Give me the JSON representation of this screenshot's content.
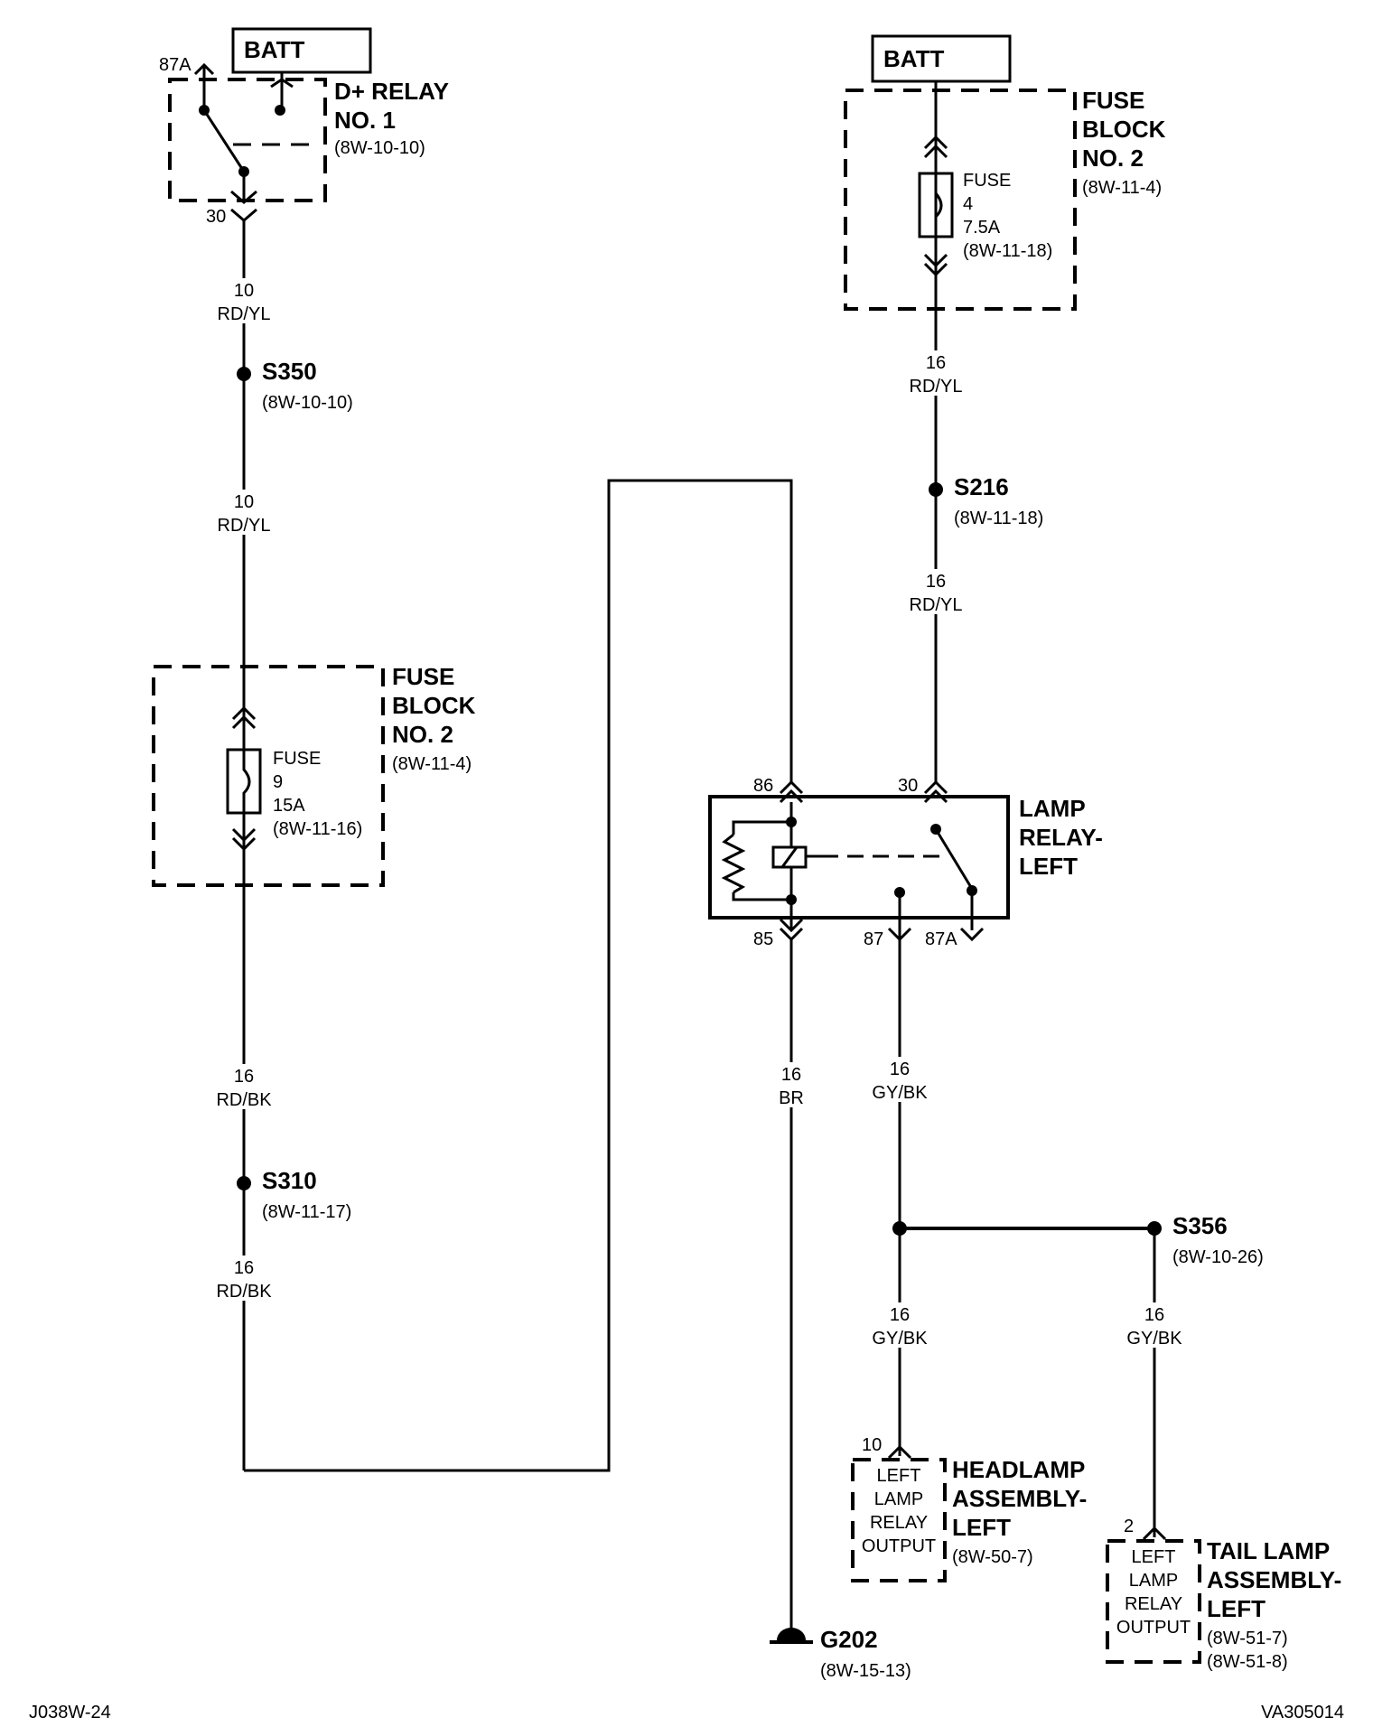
{
  "left_branch": {
    "batt": "BATT",
    "relay": {
      "pin_87a": "87A",
      "title1": "D+ RELAY",
      "title2": "NO. 1",
      "ref": "(8W-10-10)",
      "pin_30": "30"
    },
    "wire1": {
      "gauge": "10",
      "color": "RD/YL"
    },
    "splice_s350": {
      "id": "S350",
      "ref": "(8W-10-10)"
    },
    "wire2": {
      "gauge": "10",
      "color": "RD/YL"
    },
    "fuse_block": {
      "title1": "FUSE",
      "title2": "BLOCK",
      "title3": "NO. 2",
      "ref": "(8W-11-4)"
    },
    "fuse": {
      "label": "FUSE",
      "number": "9",
      "rating": "15A",
      "ref": "(8W-11-16)"
    },
    "wire3": {
      "gauge": "16",
      "color": "RD/BK"
    },
    "splice_s310": {
      "id": "S310",
      "ref": "(8W-11-17)"
    },
    "wire4": {
      "gauge": "16",
      "color": "RD/BK"
    }
  },
  "right_branch": {
    "batt": "BATT",
    "fuse_block": {
      "title1": "FUSE",
      "title2": "BLOCK",
      "title3": "NO. 2",
      "ref": "(8W-11-4)"
    },
    "fuse": {
      "label": "FUSE",
      "number": "4",
      "rating": "7.5A",
      "ref": "(8W-11-18)"
    },
    "wire1": {
      "gauge": "16",
      "color": "RD/YL"
    },
    "splice_s216": {
      "id": "S216",
      "ref": "(8W-11-18)"
    },
    "wire2": {
      "gauge": "16",
      "color": "RD/YL"
    }
  },
  "lamp_relay": {
    "title1": "LAMP",
    "title2": "RELAY-",
    "title3": "LEFT",
    "pin_86": "86",
    "pin_30": "30",
    "pin_85": "85",
    "pin_87": "87",
    "pin_87a": "87A"
  },
  "ground_wire": {
    "gauge": "16",
    "color": "BR"
  },
  "ground": {
    "id": "G202",
    "ref": "(8W-15-13)"
  },
  "output_wire": {
    "gauge": "16",
    "color": "GY/BK"
  },
  "splice_s356": {
    "id": "S356",
    "ref": "(8W-10-26)"
  },
  "headlamp_wire": {
    "gauge": "16",
    "color": "GY/BK"
  },
  "tail_wire": {
    "gauge": "16",
    "color": "GY/BK"
  },
  "headlamp": {
    "pin": "10",
    "connector_lines": [
      "LEFT",
      "LAMP",
      "RELAY",
      "OUTPUT"
    ],
    "title1": "HEADLAMP",
    "title2": "ASSEMBLY-",
    "title3": "LEFT",
    "ref": "(8W-50-7)"
  },
  "tail_lamp": {
    "pin": "2",
    "connector_lines": [
      "LEFT",
      "LAMP",
      "RELAY",
      "OUTPUT"
    ],
    "title1": "TAIL LAMP",
    "title2": "ASSEMBLY-",
    "title3": "LEFT",
    "ref1": "(8W-51-7)",
    "ref2": "(8W-51-8)"
  },
  "footer": {
    "left_code": "J038W-24",
    "right_code": "VA305014"
  }
}
